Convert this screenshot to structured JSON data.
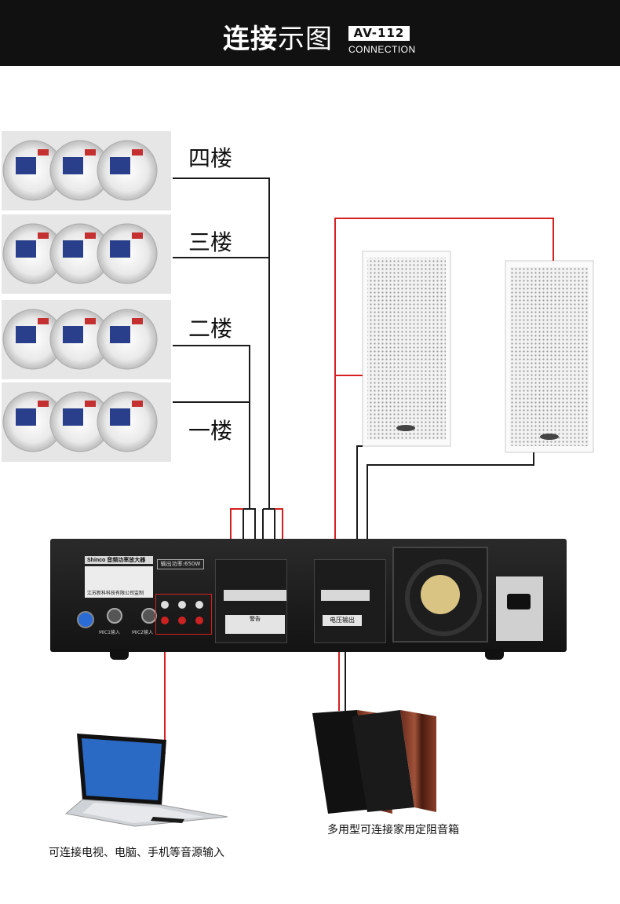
{
  "header": {
    "title_bold": "连接",
    "title_light": "示图",
    "model": "AV-112",
    "subtitle": "CONNECTION"
  },
  "floors": [
    {
      "label": "四楼"
    },
    {
      "label": "三楼"
    },
    {
      "label": "二楼"
    },
    {
      "label": "一楼"
    }
  ],
  "amplifier": {
    "brand": "Shinco",
    "product_name": "音频功率放大器",
    "power_label": "输出功率:650W",
    "company": "江苏新科科技有限公司监制",
    "warning_title": "警告",
    "output_label": "电压输出",
    "mic1": "MIC1输入",
    "mic2": "MIC2输入"
  },
  "captions": {
    "source": "可连接电视、电脑、手机等音源输入",
    "speakers": "多用型可连接家用定阻音箱"
  },
  "colors": {
    "header_bg": "#111111",
    "wire_black": "#1a1a1a",
    "wire_red": "#d62020"
  }
}
